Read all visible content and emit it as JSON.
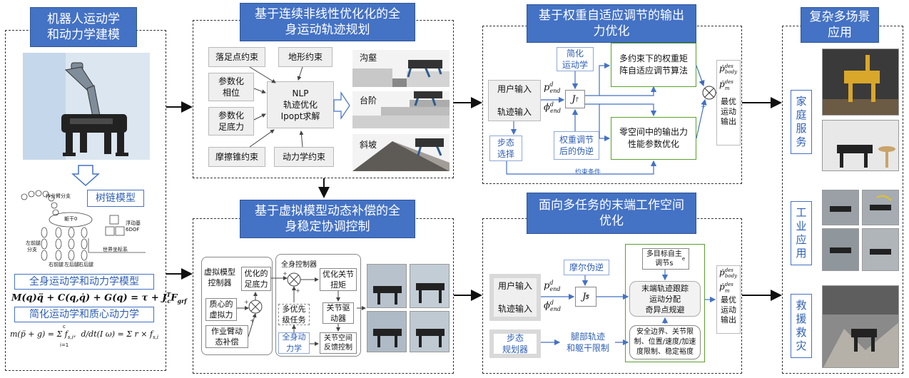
{
  "col1": {
    "title": "机器人运动学\n和动力学建模",
    "tree_label": "树链模型",
    "tree_diagram_text": [
      "作业臂分支",
      "躯干0",
      "浮动基",
      "6DOF",
      "左前腿",
      "分支",
      "右前腿",
      "左后腿",
      "右后腿",
      "世界坐标系"
    ],
    "kin_model_label": "全身运动学和动力学模型",
    "eq1": "M(q)q̈ + C(q,q̇) + G(q) = τ + J",
    "eq1_sup": "T",
    "eq1_sub": "c",
    "eq1_tail": "F",
    "eq1_tail_sub": "grf",
    "simple_label": "简化运动学和质心动力学",
    "eq2": "m(p̈ + g) = Σ f",
    "eq3": "d/dt(I ω) = Σ r × f",
    "eq_sum_upper": "c",
    "eq_sum_lower": "i=1"
  },
  "col2a": {
    "title": "基于连续非线性优化化的全\n身运动轨迹规划",
    "constraints": [
      "落足点约束",
      "地形约束",
      "参数化\n相位",
      "参数化\n足底力",
      "摩擦锥约束",
      "动力学约束"
    ],
    "solver": "NLP\n轨迹优化\nIpopt求解",
    "terrains": [
      "沟壑",
      "台阶",
      "斜坡"
    ]
  },
  "col2b": {
    "title": "基于虚拟模型动态补偿的全\n身稳定协调控制",
    "vm_controller": "虚拟模型\n控制器",
    "opt_force": "优化的\n足底力",
    "com_force": "质心的\n虚拟力",
    "arm_comp": "作业臂动\n态补偿",
    "wb_controller": "全身控制器",
    "opt_torque": "优化关节\n扭矩",
    "multi_priority": "多优先\n级任务",
    "joint_driver": "关节驱\n动器",
    "wb_kinematics": "全身动\n力学",
    "joint_space": "关节空间\n反馈控制"
  },
  "col3a": {
    "title": "基于权重自适应调节的输出\n力优化",
    "user_input": "用户输入\n\n轨迹输入",
    "p_end": "p",
    "phi_end": "ϕ",
    "sup_d": "d",
    "sub_end": "end",
    "jacobian": "J",
    "jac_sup": "†",
    "simplified_kin": "简化\n运动学",
    "gait_select": "步态\n选择",
    "weighted_pinv": "权重调节\n后的伪逆",
    "adaptive_weights": "多约束下的权重矩\n阵自适应调节算法",
    "nullspace_opt": "零空间中的输出力\n性能参数优化",
    "constraint_cond": "约束条件",
    "output_body": "ṗ",
    "output_m": "ṗ",
    "sup_des": "des",
    "sub_body": "body",
    "sub_m": "m",
    "optimal_output": "最优\n运动\n输出"
  },
  "col3b": {
    "title": "面向多任务的末端工作空间\n优化",
    "user_input": "用户输入\n\n轨迹输入",
    "moore_pinv": "摩尔伪逆",
    "gait_planner": "步态\n规划器",
    "leg_torso": "腿部轨迹\n和躯干限制",
    "multi_obj": "多目标自主\n调节s",
    "multi_obj_sub": "e",
    "end_tracking": "末端轨迹跟踪\n运动分配\n奇异点规避",
    "safety": "安全边界、关节限\n制、位置/速度/加速\n度限制、稳定裕度",
    "jacobian_s": "J",
    "jac_s_sub": "S",
    "optimal_output": "最优\n运动\n输出"
  },
  "col4": {
    "title": "复杂多场景\n应用",
    "apps": [
      "家\n庭\n服\n务",
      "工\n业\n应\n用",
      "救\n援\n救\n灾"
    ]
  },
  "colors": {
    "title_blue": "#4472c4",
    "accent_blue": "#2e5fb5",
    "green": "#5aa02c",
    "grey_box": "#efefef"
  }
}
